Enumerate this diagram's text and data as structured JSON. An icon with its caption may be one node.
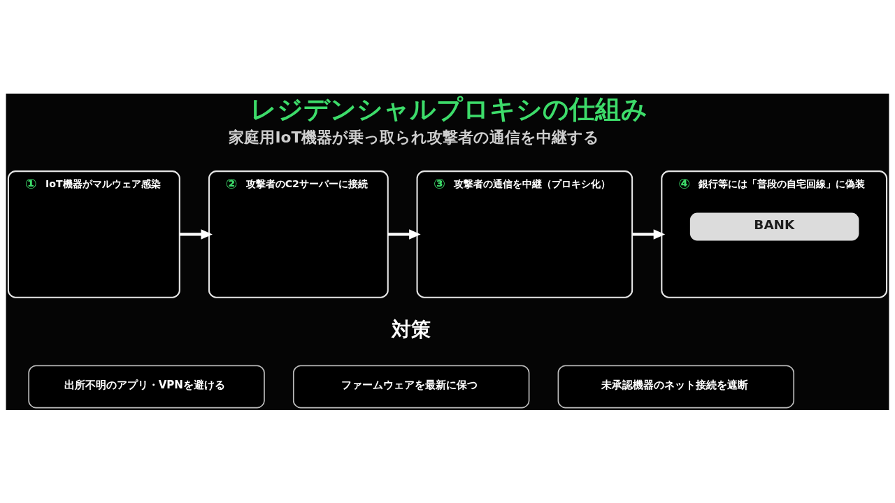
{
  "diagram": {
    "title": "レジデンシャルプロキシの仕組み",
    "nodes": [
      {
        "text": [
          "①",
          "IoT機器がマルウェア感染"
        ]
      },
      {
        "text": [
          "②",
          "攻撃者のC2サーバーに接続"
        ]
      },
      {
        "text": [
          "③",
          "攻撃者の通信を中継（プロキシ化）"
        ]
      },
      {
        "text": [
          "④",
          "銀行等には「普段の自宅回線」に偽装",
          "BANK"
        ]
      },
      {
        "text": [
          "出所不明のアプリ・VPNを避ける"
        ]
      },
      {
        "text": [
          "ファームウェアを最新に保つ"
        ]
      },
      {
        "text": [
          "未承認機器のネット接続を遮断"
        ]
      }
    ],
    "edges": [
      {
        "from": 0,
        "to": 1,
        "arrow": "to"
      },
      {
        "from": 1,
        "to": 2,
        "arrow": "to"
      },
      {
        "from": 2,
        "to": 3,
        "arrow": "to"
      }
    ],
    "labels": [
      "家庭用IoT機器が乗っ取られ攻撃者の通信を中継する",
      "対策"
    ]
  }
}
